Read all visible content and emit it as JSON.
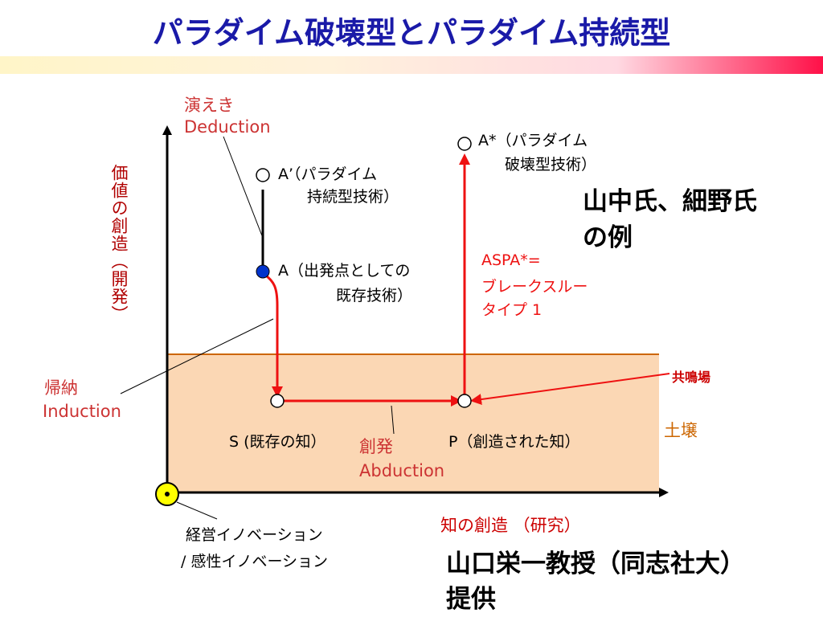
{
  "title": "パラダイム破壊型とパラダイム持続型",
  "labels": {
    "deduction_jp": "演えき",
    "deduction_en": "Deduction",
    "y_axis": "価値の創造（開発）",
    "induction_jp": "帰納",
    "induction_en": "Induction",
    "abduction_jp": "創発",
    "abduction_en": "Abduction",
    "a_prime_1": "A’（パラダイム",
    "a_prime_2": "持続型技術）",
    "a_star_1": "A*（パラダイム",
    "a_star_2": "破壊型技術）",
    "a_1": "A（出発点としての",
    "a_2": "既存技術）",
    "s": "S (既存の知）",
    "p": "P（創造された知）",
    "aspa_1": "ASPA*=",
    "aspa_2": "ブレークスルー",
    "aspa_3": "タイプ 1",
    "resonance": "共鳴場",
    "soil": "土壌",
    "x_axis": "知の創造 （研究）",
    "origin_1": "経営イノベーション",
    "origin_2": "/ 感性イノベーション",
    "example_1": "山中氏、細野氏",
    "example_2": "の例",
    "credit_1": "山口栄一教授（同志社大）",
    "credit_2": "提供"
  },
  "colors": {
    "title": "#1a1aa8",
    "accent_red": "#ee1111",
    "label_red": "#cc3333",
    "soil_fill": "#fbd7b4",
    "soil_line": "#cc6600",
    "node_blue": "#0033cc",
    "origin_yellow": "#ffff00"
  }
}
